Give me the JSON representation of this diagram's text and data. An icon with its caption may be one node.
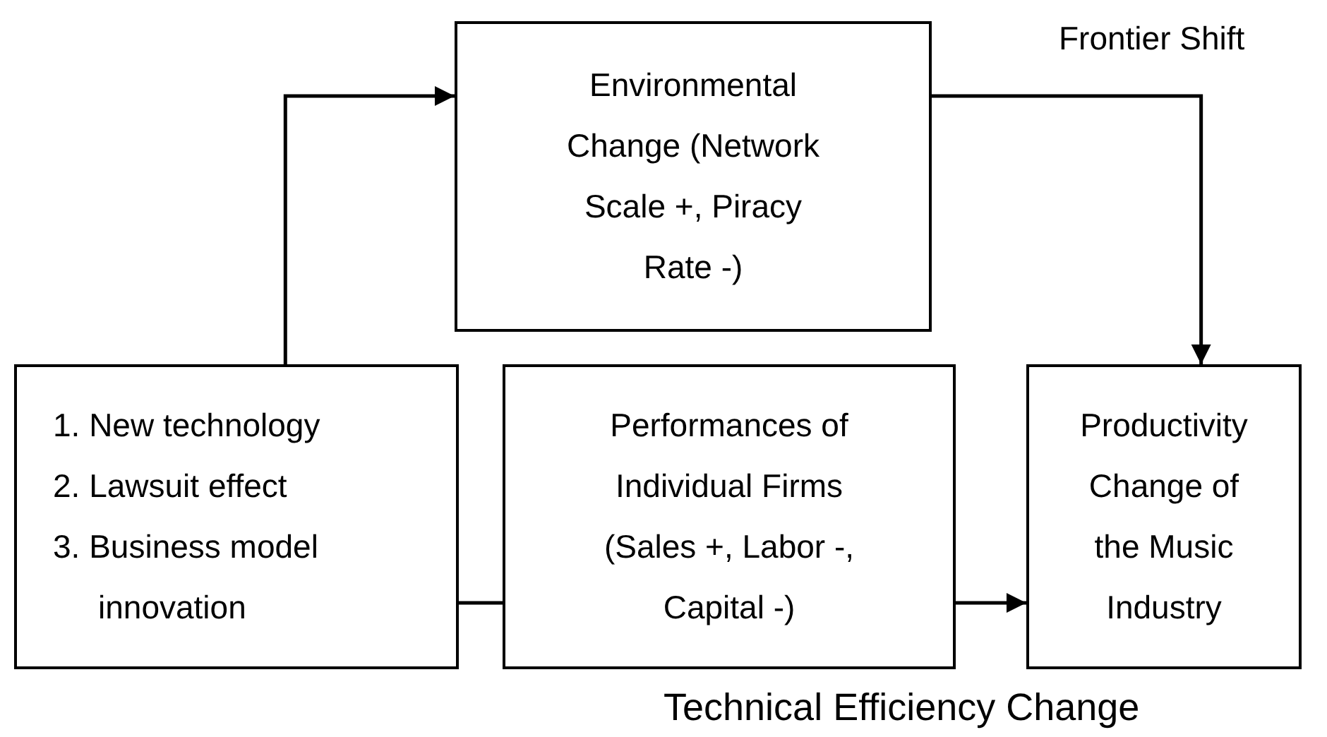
{
  "diagram": {
    "nodes": [
      {
        "text": [
          "1. New technology",
          "2. Lawsuit effect",
          "3. Business model innovation"
        ]
      },
      {
        "text": [
          "Environmental Change (Network Scale +, Piracy Rate -)"
        ]
      },
      {
        "text": [
          "Performances of Individual Firms (Sales +, Labor -, Capital -)"
        ]
      },
      {
        "text": [
          "Productivity Change of the Music Industry"
        ]
      }
    ],
    "edges": [
      {
        "from": 0,
        "to": 1,
        "arrow": "to"
      },
      {
        "from": 1,
        "to": 3,
        "arrow": "to"
      },
      {
        "from": 0,
        "to": 2,
        "arrow": "none"
      },
      {
        "from": 2,
        "to": 3,
        "arrow": "to"
      }
    ],
    "labels": [
      "Frontier Shift",
      "Technical Efficiency Change"
    ]
  }
}
